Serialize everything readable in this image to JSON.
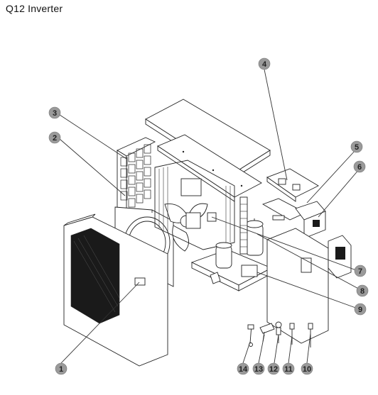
{
  "title": "Q12 Inverter",
  "colors": {
    "outline": "#222222",
    "panel_fill": "#ffffff",
    "grille_fill": "#1a1a1a",
    "callout_fill": "#9a9a9a",
    "callout_text": "#222222"
  },
  "callouts": [
    {
      "number": "1"
    },
    {
      "number": "2"
    },
    {
      "number": "3"
    },
    {
      "number": "4"
    },
    {
      "number": "5"
    },
    {
      "number": "6"
    },
    {
      "number": "7"
    },
    {
      "number": "8"
    },
    {
      "number": "9"
    },
    {
      "number": "10"
    },
    {
      "number": "11"
    },
    {
      "number": "12"
    },
    {
      "number": "13"
    },
    {
      "number": "14"
    }
  ]
}
